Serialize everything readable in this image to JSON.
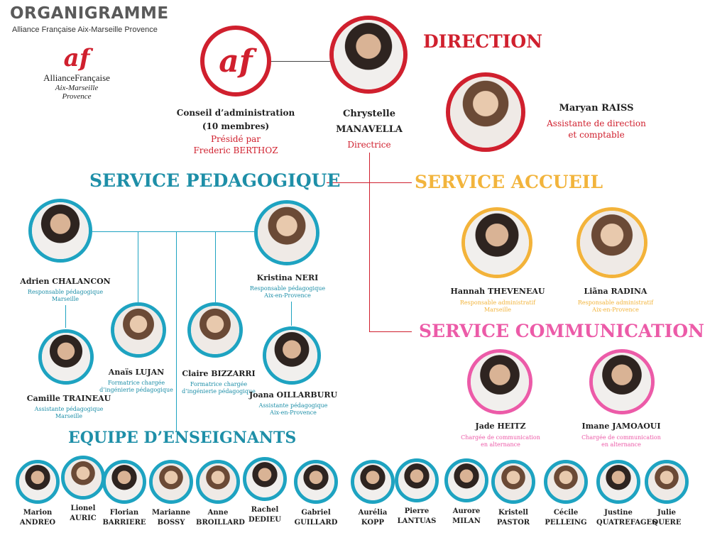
{
  "header": {
    "title": "ORGANIGRAMME",
    "subtitle": "Alliance Française Aix-Marseille Provence"
  },
  "logo": {
    "mark": "af",
    "name": "AllianceFrançaise",
    "place": "Aix-Marseille Provence"
  },
  "board": {
    "mark": "af",
    "line1": "Conseil d’administration",
    "line2": "(10 membres)",
    "chair1": "Présidé par",
    "chair2": "Frederic BERTHOZ"
  },
  "direction": {
    "heading": "DIRECTION",
    "director_first": "Chrystelle",
    "director_last": "MANAVELLA",
    "director_role": "Directrice",
    "assistant_name": "Maryan RAISS",
    "assistant_role1": "Assistante de direction",
    "assistant_role2": "et comptable"
  },
  "pedagogique": {
    "heading": "SERVICE PEDAGOGIQUE",
    "adrien_name": "Adrien CHALANCON",
    "adrien_role1": "Responsable pédagogique",
    "adrien_role2": "Marseille",
    "kristina_name": "Kristina NERI",
    "kristina_role1": "Responsable pédagogique",
    "kristina_role2": "Aix-en-Provence",
    "camille_name": "Camille TRAINEAU",
    "camille_role1": "Assistante pédagogique",
    "camille_role2": "Marseille",
    "anais_name": "Anaïs LUJAN",
    "anais_role1": "Formatrice chargée",
    "anais_role2": "d’ingénierie pédagogique",
    "claire_name": "Claire BIZZARRI",
    "claire_role1": "Formatrice chargée",
    "claire_role2": "d’ingénierie pédagogique",
    "joana_name": "Joana OILLARBURU",
    "joana_role1": "Assistante  pédagogique",
    "joana_role2": "Aix-en-Provence"
  },
  "accueil": {
    "heading": "SERVICE ACCUEIL",
    "hannah_name": "Hannah THEVENEAU",
    "hannah_role1": "Responsable administratif",
    "hannah_role2": "Marseille",
    "liana_name": "Liãna RADINA",
    "liana_role1": "Responsable administratif",
    "liana_role2": "Aix-en-Provence"
  },
  "communication": {
    "heading": "SERVICE COMMUNICATION",
    "jade_name": "Jade HEITZ",
    "jade_role1": "Chargée de communication",
    "jade_role2": "en alternance",
    "imane_name": "Imane JAMOAOUI",
    "imane_role1": "Chargée de communication",
    "imane_role2": "en alternance"
  },
  "enseignants": {
    "heading": "EQUIPE D’ENSEIGNANTS",
    "teachers": [
      {
        "first": "Marion",
        "last": "ANDREO"
      },
      {
        "first": "Lionel",
        "last": "AURIC"
      },
      {
        "first": "Florian",
        "last": "BARRIERE"
      },
      {
        "first": "Marianne",
        "last": "BOSSY"
      },
      {
        "first": "Anne",
        "last": "BROILLARD"
      },
      {
        "first": "Rachel",
        "last": "DEDIEU"
      },
      {
        "first": "Gabriel",
        "last": "GUILLARD"
      },
      {
        "first": "Aurélia",
        "last": "KOPP"
      },
      {
        "first": "Pierre",
        "last": "LANTUAS"
      },
      {
        "first": "Aurore",
        "last": "MILAN"
      },
      {
        "first": "Kristell",
        "last": "PASTOR"
      },
      {
        "first": "Cécile",
        "last": "PELLEING"
      },
      {
        "first": "Justine",
        "last": "QUATREFAGES"
      },
      {
        "first": "Julie",
        "last": "QUERE"
      }
    ]
  },
  "colors": {
    "direction": "#d0202e",
    "pedagogique": "#1e8fa8",
    "accueil": "#f2b43c",
    "communication": "#ec5ba8"
  }
}
